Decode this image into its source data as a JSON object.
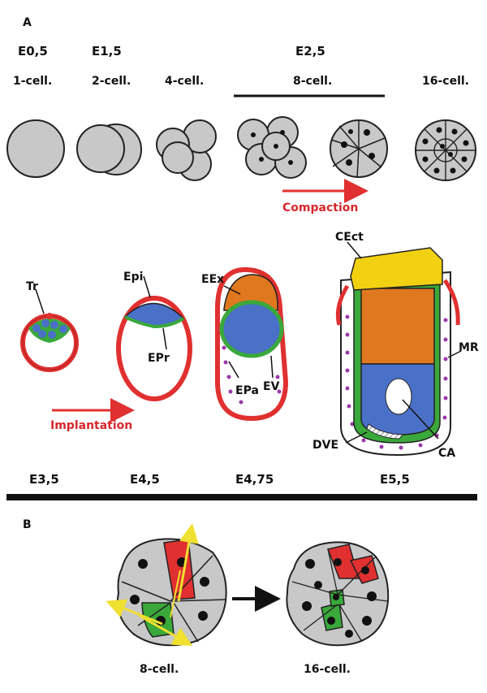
{
  "panel_a": {
    "letter": "A",
    "stages": [
      "E0,5",
      "E1,5",
      "E2,5"
    ],
    "cells": [
      "1-cell.",
      "2-cell.",
      "4-cell.",
      "8-cell.",
      "16-cell."
    ],
    "compaction": "Compaction",
    "implantation": "Implantation",
    "structures": {
      "tr": "Tr",
      "epi": "Epi",
      "epr": "EPr",
      "eex": "EEx",
      "epa": "EPa",
      "ev": "EV",
      "cect": "CEct",
      "mr": "MR",
      "dve": "DVE",
      "ca": "CA"
    },
    "bottom_stages": [
      "E3,5",
      "E4,5",
      "E4,75",
      "E5,5"
    ]
  },
  "panel_b": {
    "letter": "B",
    "left_label": "8-cell.",
    "right_label": "16-cell."
  },
  "colors": {
    "cell_gray": "#c8c8c8",
    "red": "#e03030",
    "green": "#3aa83a",
    "blue": "#4a70c8",
    "orange": "#e07820",
    "yellow": "#f2d012",
    "purple": "#9a3aa8",
    "arrow_yellow": "#f0e030"
  }
}
